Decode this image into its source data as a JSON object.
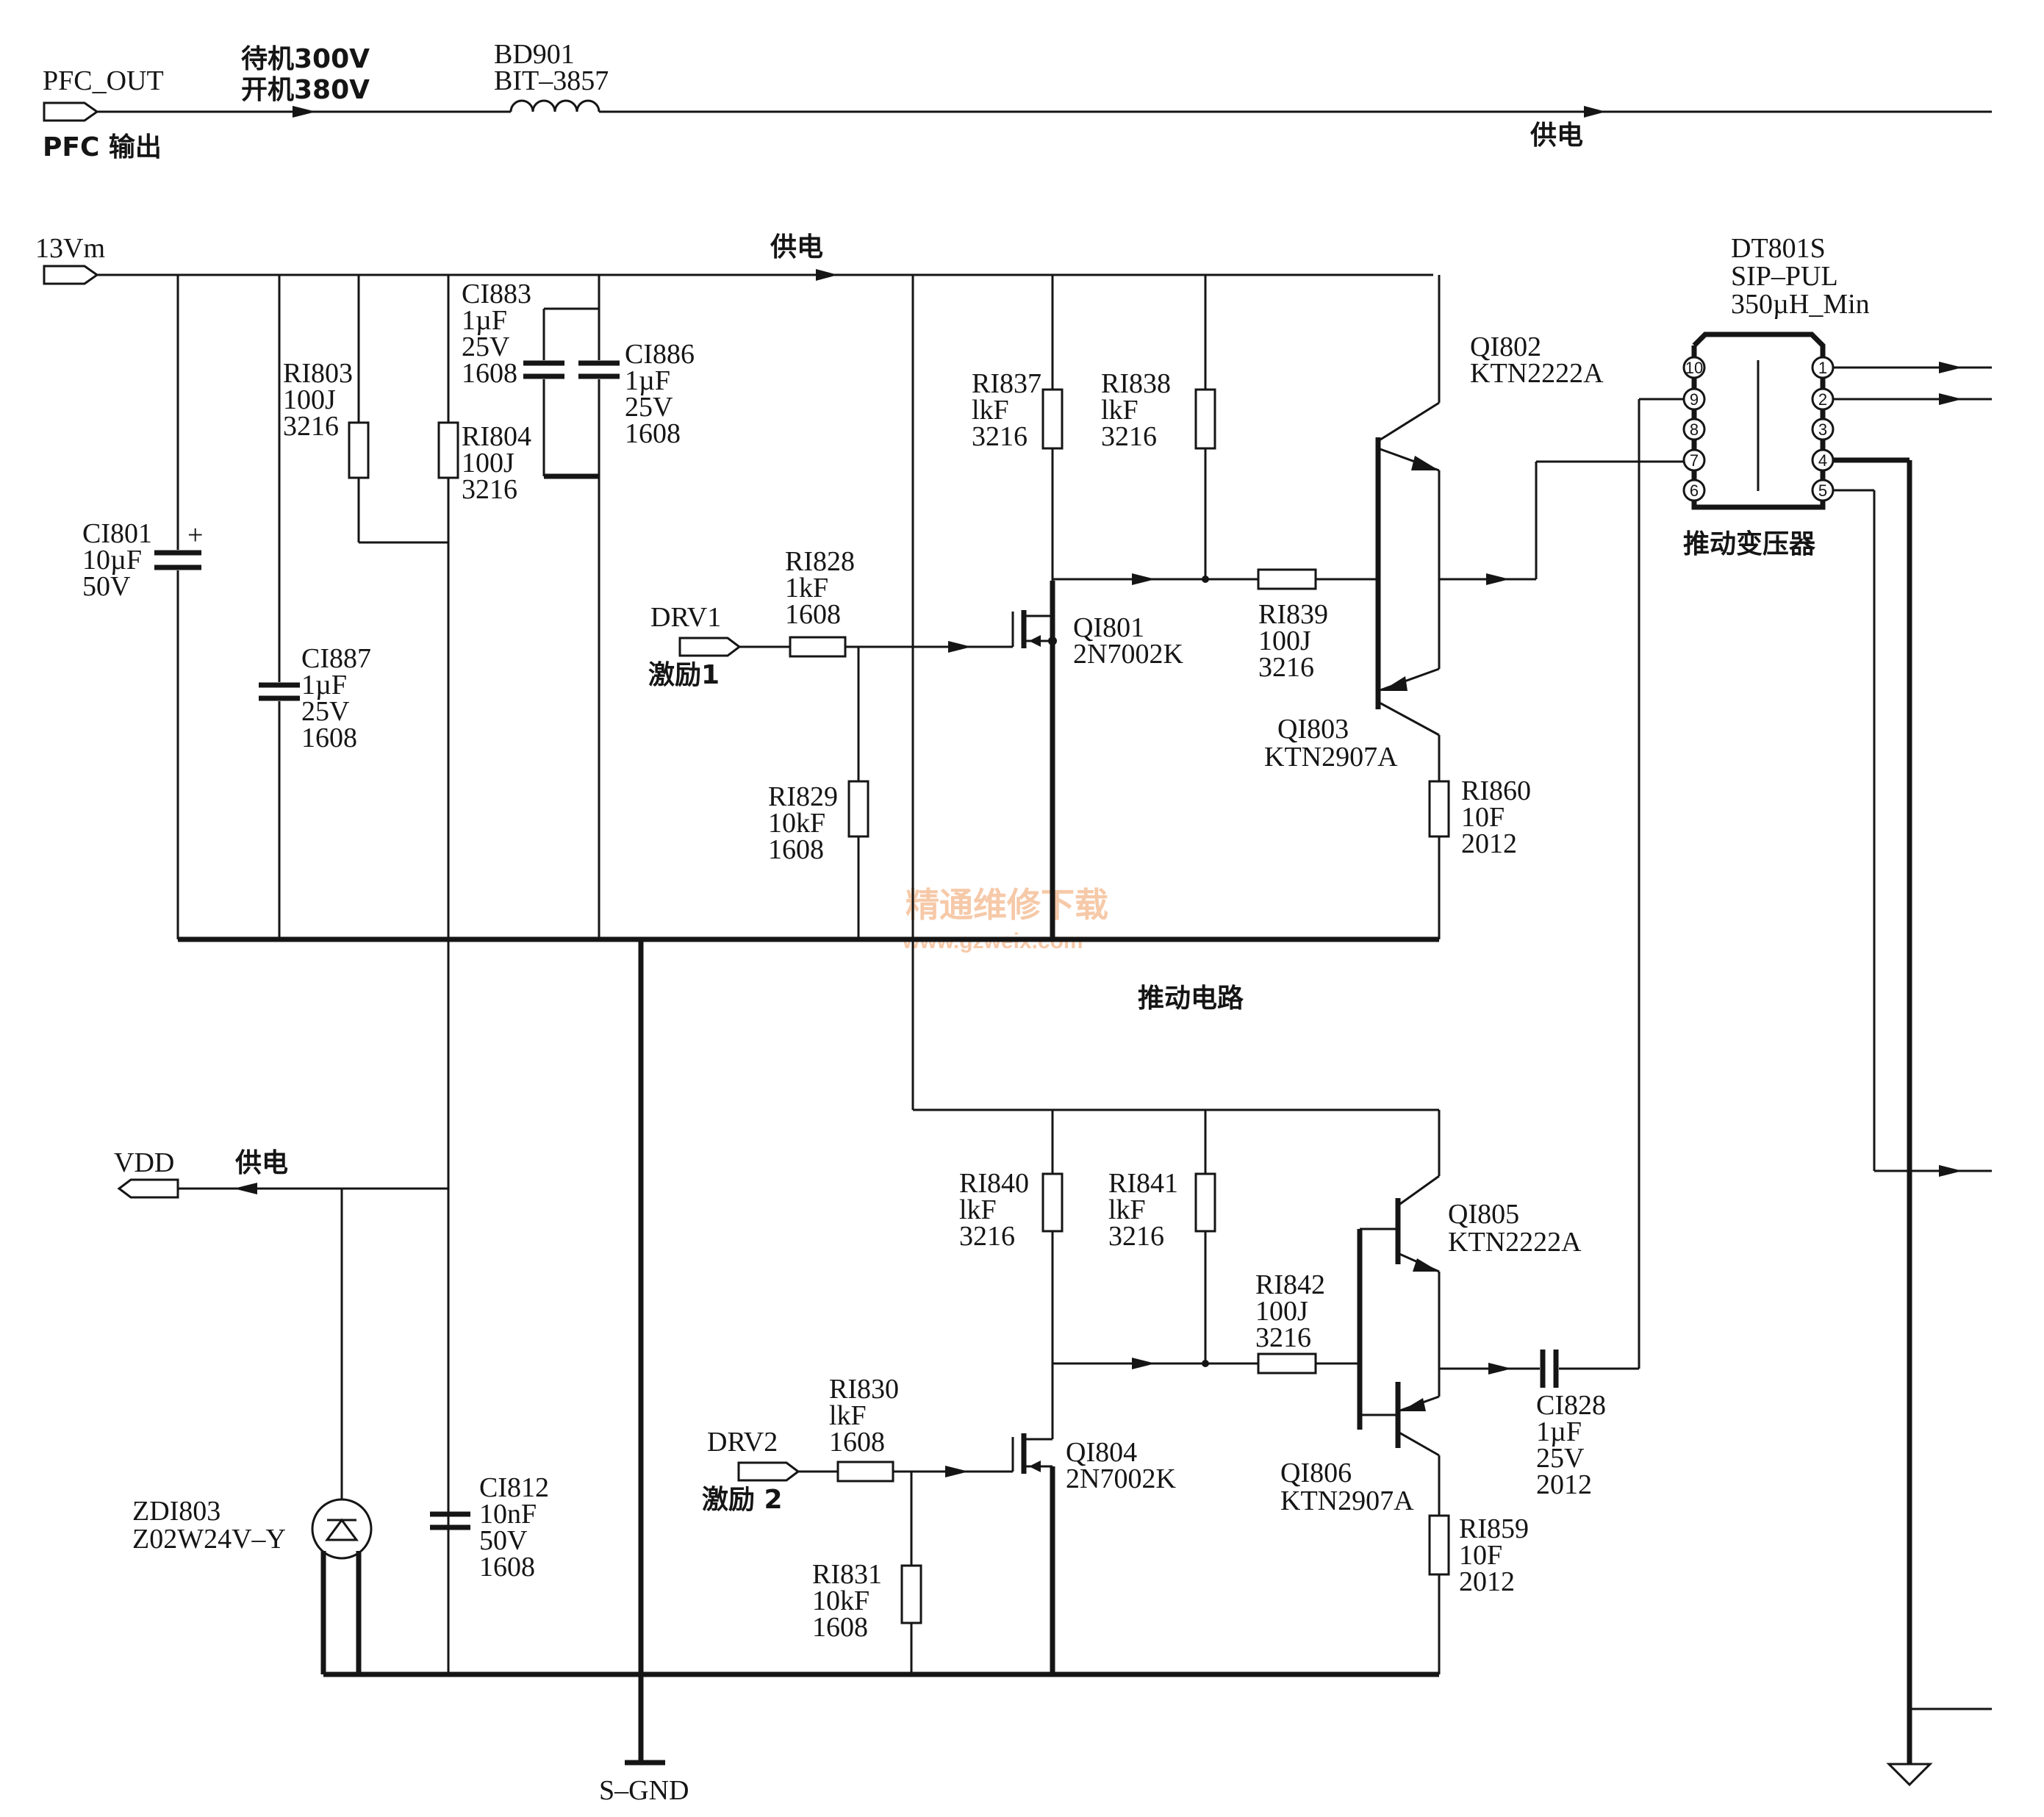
{
  "watermark": {
    "title": "精通维修下载",
    "url": "www.gzweix.com"
  },
  "nets": {
    "pfc_out": "PFC_OUT",
    "pfc_out_cn": "PFC 输出",
    "standby_v": "待机300V",
    "on_v": "开机380V",
    "supply_top": "供电",
    "vm13": "13Vm",
    "supply_mid": "供电",
    "vdd": "VDD",
    "supply_vdd": "供电",
    "drv1": "DRV1",
    "drv1_cn": "激励1",
    "drv2": "DRV2",
    "drv2_cn": "激励 2",
    "sgnd": "S–GND",
    "section_title": "推动电路"
  },
  "inductor": {
    "ref": "BD901",
    "part": "BIT–3857"
  },
  "transformer": {
    "ref": "DT801S",
    "part": "SIP–PUL",
    "value": "350µH_Min",
    "caption": "推动变压器",
    "pins_left": [
      "10",
      "9",
      "8",
      "7",
      "6"
    ],
    "pins_right": [
      "1",
      "2",
      "3",
      "4",
      "5"
    ]
  },
  "components": {
    "CI801": [
      "CI801",
      "10µF",
      "50V"
    ],
    "CI887": [
      "CI887",
      "1µF",
      "25V",
      "1608"
    ],
    "RI803": [
      "RI803",
      "100J",
      "3216"
    ],
    "RI804": [
      "RI804",
      "100J",
      "3216"
    ],
    "CI883": [
      "CI883",
      "1µF",
      "25V",
      "1608"
    ],
    "CI886": [
      "CI886",
      "1µF",
      "25V",
      "1608"
    ],
    "RI828": [
      "RI828",
      "1kF",
      "1608"
    ],
    "RI829": [
      "RI829",
      "10kF",
      "1608"
    ],
    "RI837": [
      "RI837",
      "lkF",
      "3216"
    ],
    "RI838": [
      "RI838",
      "lkF",
      "3216"
    ],
    "QI801": [
      "QI801",
      "2N7002K"
    ],
    "RI839": [
      "RI839",
      "100J",
      "3216"
    ],
    "QI802": [
      "QI802",
      "KTN2222A"
    ],
    "QI803": [
      "QI803",
      "KTN2907A"
    ],
    "RI860": [
      "RI860",
      "10F",
      "2012"
    ],
    "RI840": [
      "RI840",
      "lkF",
      "3216"
    ],
    "RI841": [
      "RI841",
      "lkF",
      "3216"
    ],
    "RI842": [
      "RI842",
      "100J",
      "3216"
    ],
    "QI805": [
      "QI805",
      "KTN2222A"
    ],
    "QI806": [
      "QI806",
      "KTN2907A"
    ],
    "QI804": [
      "QI804",
      "2N7002K"
    ],
    "RI830": [
      "RI830",
      "lkF",
      "1608"
    ],
    "RI831": [
      "RI831",
      "10kF",
      "1608"
    ],
    "RI859": [
      "RI859",
      "10F",
      "2012"
    ],
    "CI828": [
      "CI828",
      "1µF",
      "25V",
      "2012"
    ],
    "CI812": [
      "CI812",
      "10nF",
      "50V",
      "1608"
    ],
    "ZDI803": [
      "ZDI803",
      "Z02W24V–Y"
    ]
  }
}
